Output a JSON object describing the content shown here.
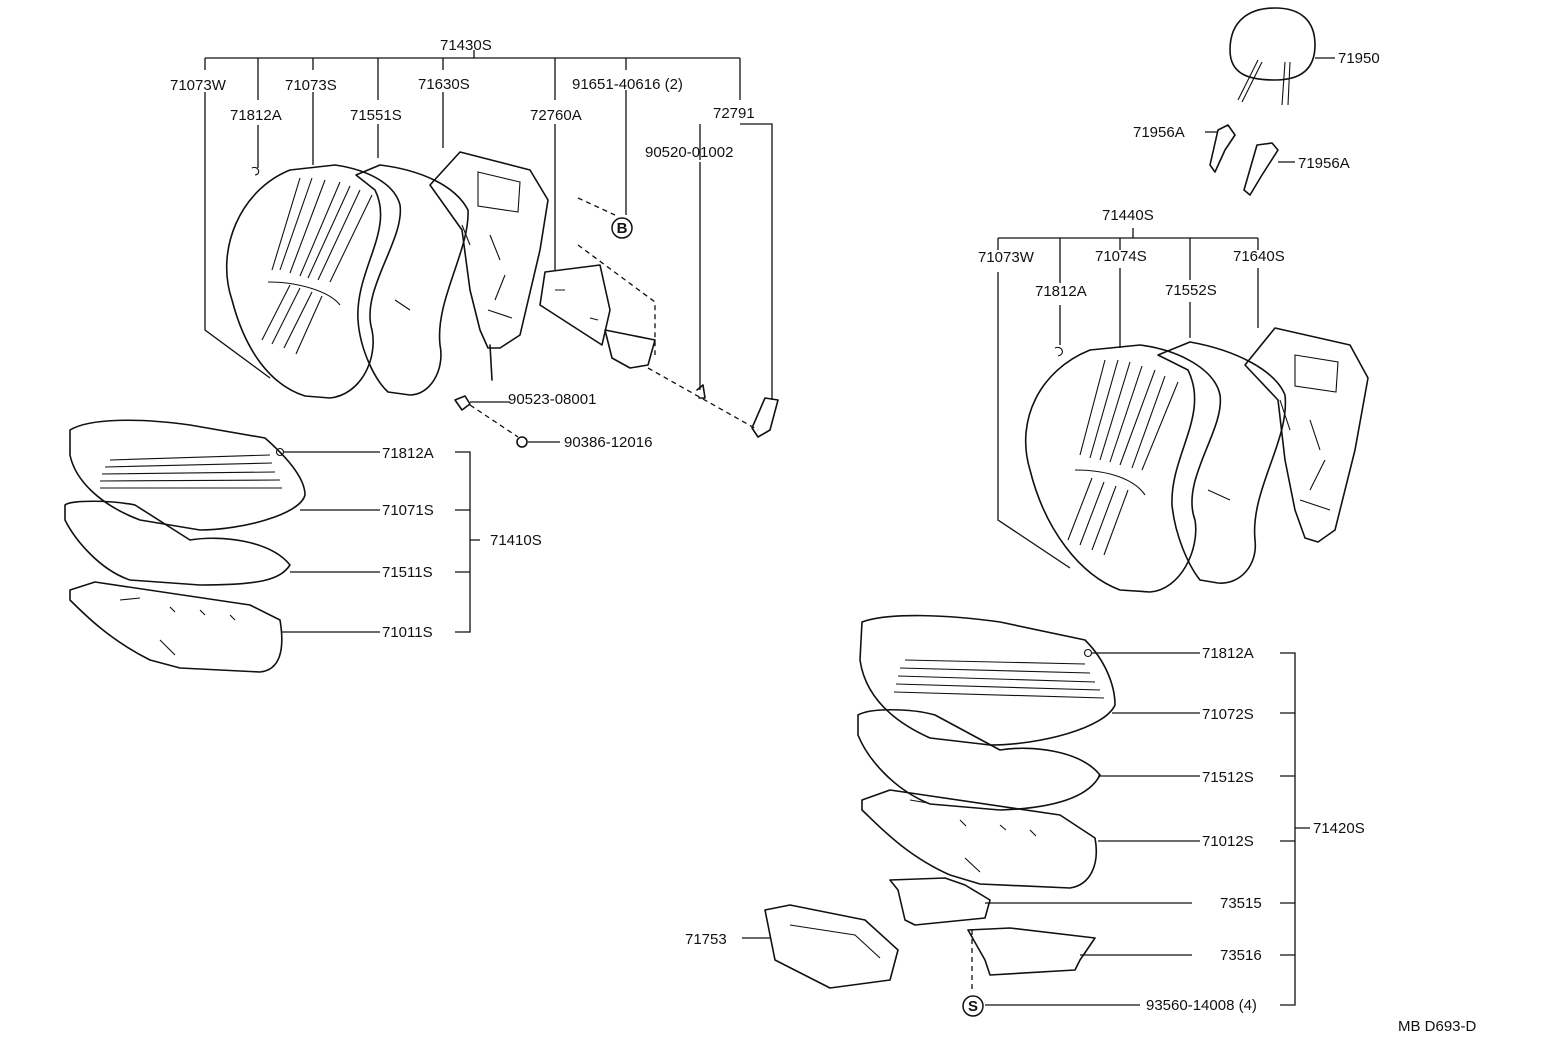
{
  "diagram_code": "MB D693-D",
  "mark_b": "B",
  "mark_s": "S",
  "labels": {
    "l71430S": "71430S",
    "l71073W_a": "71073W",
    "l71073S": "71073S",
    "l71630S": "71630S",
    "l91651": "91651-40616 (2)",
    "l72791": "72791",
    "l71812A_a": "71812A",
    "l71551S": "71551S",
    "l72760A": "72760A",
    "l90520": "90520-01002",
    "l90523": "90523-08001",
    "l90386": "90386-12016",
    "l71812A_b": "71812A",
    "l71071S": "71071S",
    "l71410S": "71410S",
    "l71511S": "71511S",
    "l71011S": "71011S",
    "l71950": "71950",
    "l71956A_a": "71956A",
    "l71956A_b": "71956A",
    "l71440S": "71440S",
    "l71073W_b": "71073W",
    "l71074S": "71074S",
    "l71640S": "71640S",
    "l71812A_c": "71812A",
    "l71552S": "71552S",
    "l71812A_d": "71812A",
    "l71072S": "71072S",
    "l71512S": "71512S",
    "l71012S": "71012S",
    "l71420S": "71420S",
    "l73515": "73515",
    "l71753": "71753",
    "l73516": "73516",
    "l93560": "93560-14008 (4)"
  }
}
